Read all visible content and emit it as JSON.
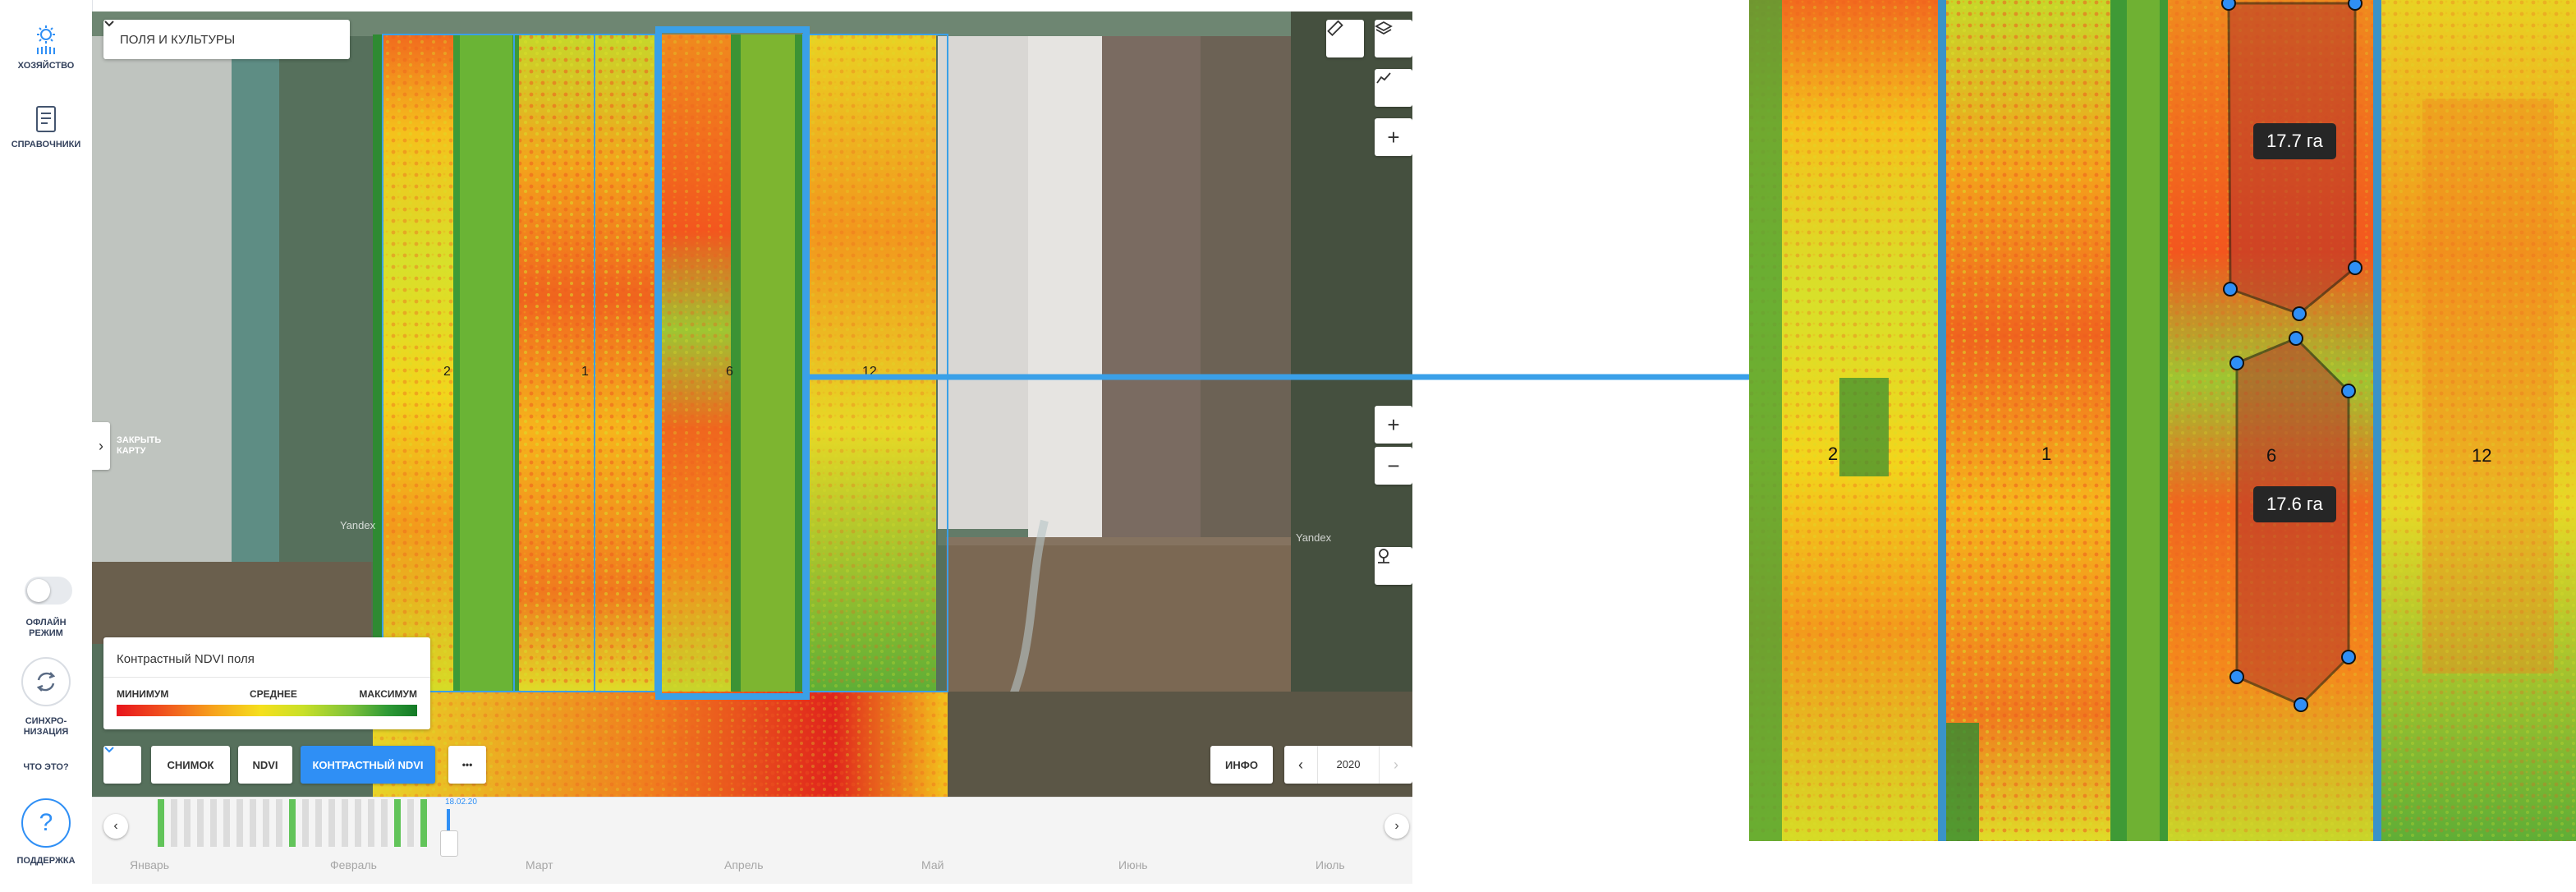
{
  "sidebar": {
    "farm_label": "ХОЗЯЙСТВО",
    "references_label": "СПРАВОЧНИКИ",
    "offline_label_1": "ОФЛАЙН",
    "offline_label_2": "РЕЖИМ",
    "sync_label_1": "СИНХРО-",
    "sync_label_2": "НИЗАЦИЯ",
    "what_is_label": "ЧТО ЭТО?",
    "support_label": "ПОДДЕРЖКА",
    "support_glyph": "?"
  },
  "map": {
    "select_label": "ПОЛЯ И КУЛЬТУРЫ",
    "close_map_1": "ЗАКРЫТЬ",
    "close_map_2": "КАРТУ",
    "watermark": "Yandex",
    "field_labels": [
      "2",
      "1",
      "6",
      "12"
    ],
    "zoom_in": "+",
    "zoom_out": "−",
    "add": "+"
  },
  "legend": {
    "title": "Контрастный NDVI поля",
    "min": "МИНИМУМ",
    "mid": "СРЕДНЕЕ",
    "max": "МАКСИМУМ"
  },
  "toolbar": {
    "snapshot": "СНИМОК",
    "ndvi": "NDVI",
    "contrast_ndvi": "КОНТРАСТНЫЙ NDVI",
    "more": "•••",
    "info": "ИНФО",
    "year": "2020"
  },
  "timeline": {
    "selected_date": "18.02.20",
    "months": [
      "Январь",
      "Февраль",
      "Март",
      "Апрель",
      "Май",
      "Июнь",
      "Июль"
    ]
  },
  "detail": {
    "area_top": "17.7 га",
    "area_bottom": "17.6 га",
    "field_labels": [
      "2",
      "1",
      "6",
      "12"
    ]
  },
  "colors": {
    "accent": "#2f8ff5",
    "field_outline": "#3aa0e8",
    "low": "#e8141c",
    "high": "#137a26"
  }
}
